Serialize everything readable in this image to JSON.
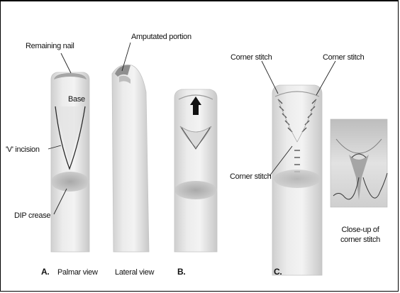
{
  "labels": {
    "remaining_nail": "Remaining nail",
    "amputated_portion": "Amputated portion",
    "base": "Base",
    "v_incision": "'V' incision",
    "dip_crease": "DIP crease",
    "corner_stitch_left": "Corner stitch",
    "corner_stitch_right": "Corner stitch",
    "corner_stitch_middle": "Corner stitch",
    "closeup_line1": "Close-up of",
    "closeup_line2": "corner stitch"
  },
  "panels": {
    "a_letter": "A.",
    "a_palmar": "Palmar view",
    "a_lateral": "Lateral view",
    "b_letter": "B.",
    "c_letter": "C."
  },
  "colors": {
    "skin_light": "#efefef",
    "skin_mid": "#d9d9d9",
    "skin_dark": "#b9b9b9",
    "line": "#222222",
    "stitch": "#6a6a6a"
  }
}
